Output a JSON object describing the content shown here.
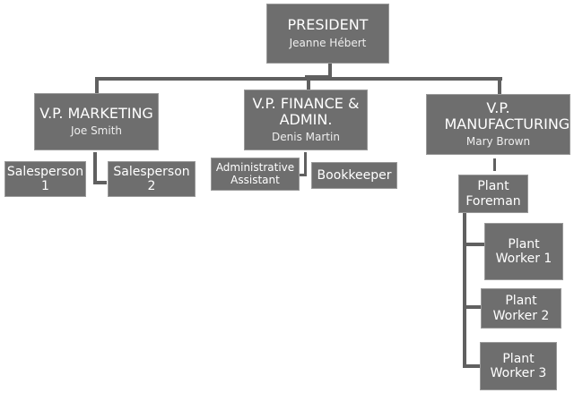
{
  "president": {
    "title": "PRESIDENT",
    "name": "Jeanne Hébert"
  },
  "vp_marketing": {
    "title": "V.P. MARKETING",
    "name": "Joe Smith"
  },
  "vp_finance": {
    "title": "V.P. FINANCE & ADMIN.",
    "name": "Denis Martin"
  },
  "vp_manufacturing": {
    "title": "V.P. MANUFACTURING",
    "name": "Mary Brown"
  },
  "salesperson1": "Salesperson 1",
  "salesperson2": "Salesperson 2",
  "admin_assistant": "Administrative Assistant",
  "bookkeeper": "Bookkeeper",
  "plant_foreman": "Plant Foreman",
  "plant_worker1": "Plant Worker 1",
  "plant_worker2": "Plant Worker 2",
  "plant_worker3": "Plant Worker 3"
}
